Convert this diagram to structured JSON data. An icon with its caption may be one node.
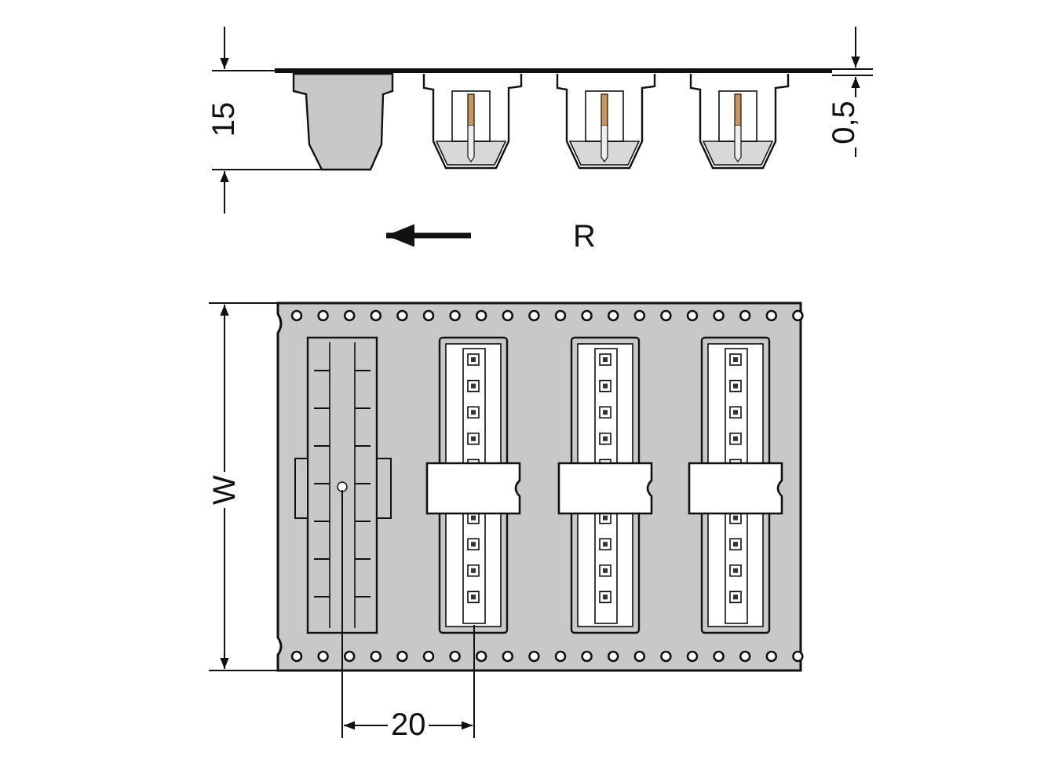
{
  "diagram": {
    "labels": [
      "15",
      "0,5",
      "R",
      "W",
      "20"
    ]
  }
}
